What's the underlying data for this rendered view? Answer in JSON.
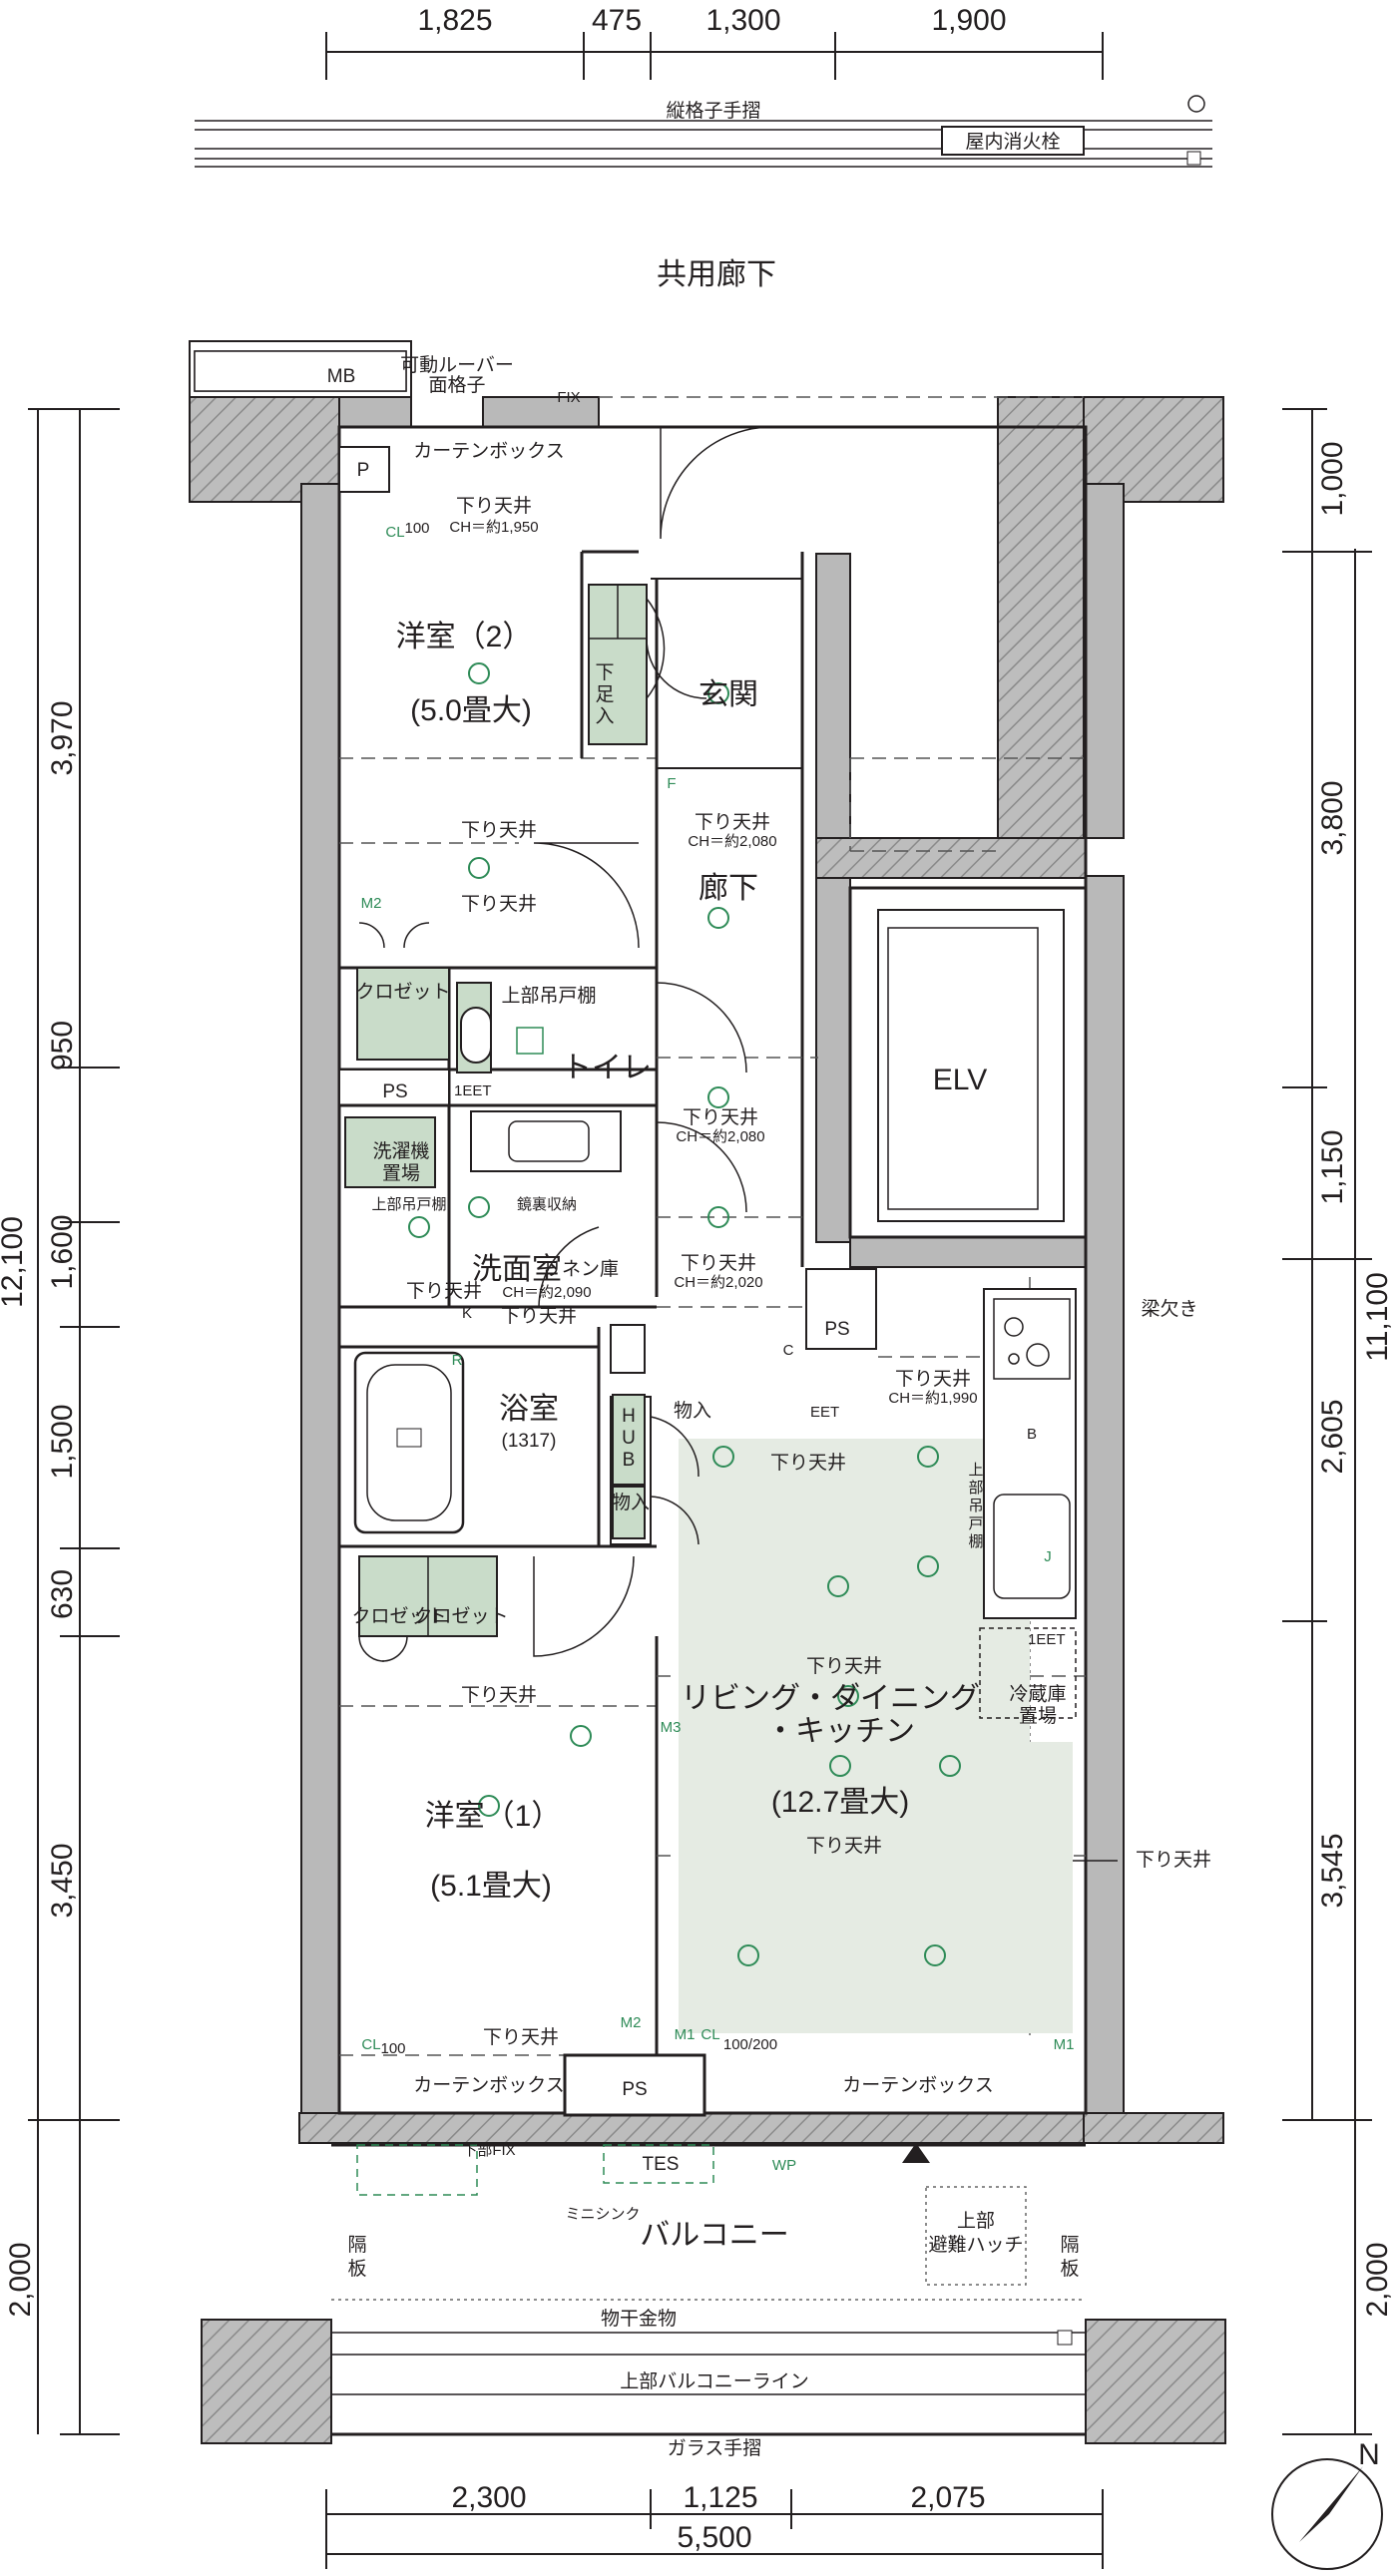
{
  "dimensions": {
    "top": [
      "1,825",
      "475",
      "1,300",
      "1,900"
    ],
    "bottom": [
      "2,300",
      "1,125",
      "2,075"
    ],
    "bottom_total": "5,500",
    "left": [
      "3,970",
      "950",
      "1,600",
      "1,500",
      "630",
      "3,450",
      "2,000"
    ],
    "left_total": "12,100",
    "right": [
      "1,000",
      "3,800",
      "1,150",
      "2,605",
      "3,545",
      "2,000"
    ],
    "right_total": "11,100"
  },
  "corridor": {
    "railing": "縦格子手摺",
    "hydrant": "屋内消火栓",
    "label": "共用廊下"
  },
  "mb": "MB",
  "louver": [
    "可動ルーバー",
    "面格子"
  ],
  "fix": "FIX",
  "p": "P",
  "ps_labels": [
    "PS",
    "PS",
    "PS"
  ],
  "rooms": {
    "western2": {
      "name": "洋室（2）",
      "size": "(5.0畳大)"
    },
    "entrance": "玄関",
    "hallway": "廊下",
    "toilet": "トイレ",
    "washroom": "洗面室",
    "linen": "リネン庫",
    "bath": "浴室",
    "bath_size": "(1317)",
    "western1": {
      "name": "洋室（1）",
      "size": "(5.1畳大)"
    },
    "ldk": {
      "name1": "リビング・ダイニング",
      "name2": "・キッチン",
      "size": "(12.7畳大)"
    },
    "balcony": "バルコニー",
    "elv": "ELV"
  },
  "labels": {
    "curtain_box": "カーテンボックス",
    "lowered_ceiling": "下り天井",
    "ch_1950": "CH＝約1,950",
    "ch_2080a": "CH＝約2,080",
    "ch_2080b": "CH＝約2,080",
    "ch_2090": "CH＝約2,090",
    "ch_2020": "CH＝約2,020",
    "ch_1990": "CH＝約1,990",
    "closet": "クロゼット",
    "closet_a": "クロゼット",
    "closet_b": "クロゼット",
    "upper_cabinet": "上部吊戸棚",
    "washer": [
      "洗濯機",
      "置場"
    ],
    "mirror_storage": "鏡裏収納",
    "storage": "物入",
    "hub": [
      "H",
      "U",
      "B"
    ],
    "shoe": [
      "下",
      "足",
      "入"
    ],
    "beam": "梁欠き",
    "fridge": [
      "冷蔵庫",
      "置場"
    ],
    "upper_fix": "下部FIX",
    "mini_sink": "ミニシンク",
    "tes": "TES",
    "hatch": [
      "上部",
      "避難ハッチ"
    ],
    "partition": [
      "隔",
      "板"
    ],
    "drying": "物干金物",
    "balcony_line": "上部バルコニーライン",
    "glass_rail": "ガラス手摺",
    "upper_cab_v": [
      "上",
      "部",
      "吊",
      "戸",
      "棚"
    ],
    "eet": "EET",
    "one_eet": "1EET"
  },
  "marks": {
    "cl100": "CL",
    "num100": "100",
    "num100_200": "100/200",
    "m1": "M1",
    "m2": "M2",
    "m3": "M3",
    "f": "F",
    "k": "K",
    "r": "R",
    "c": "C",
    "b": "B",
    "j": "J",
    "wp": "WP"
  },
  "compass": "N"
}
